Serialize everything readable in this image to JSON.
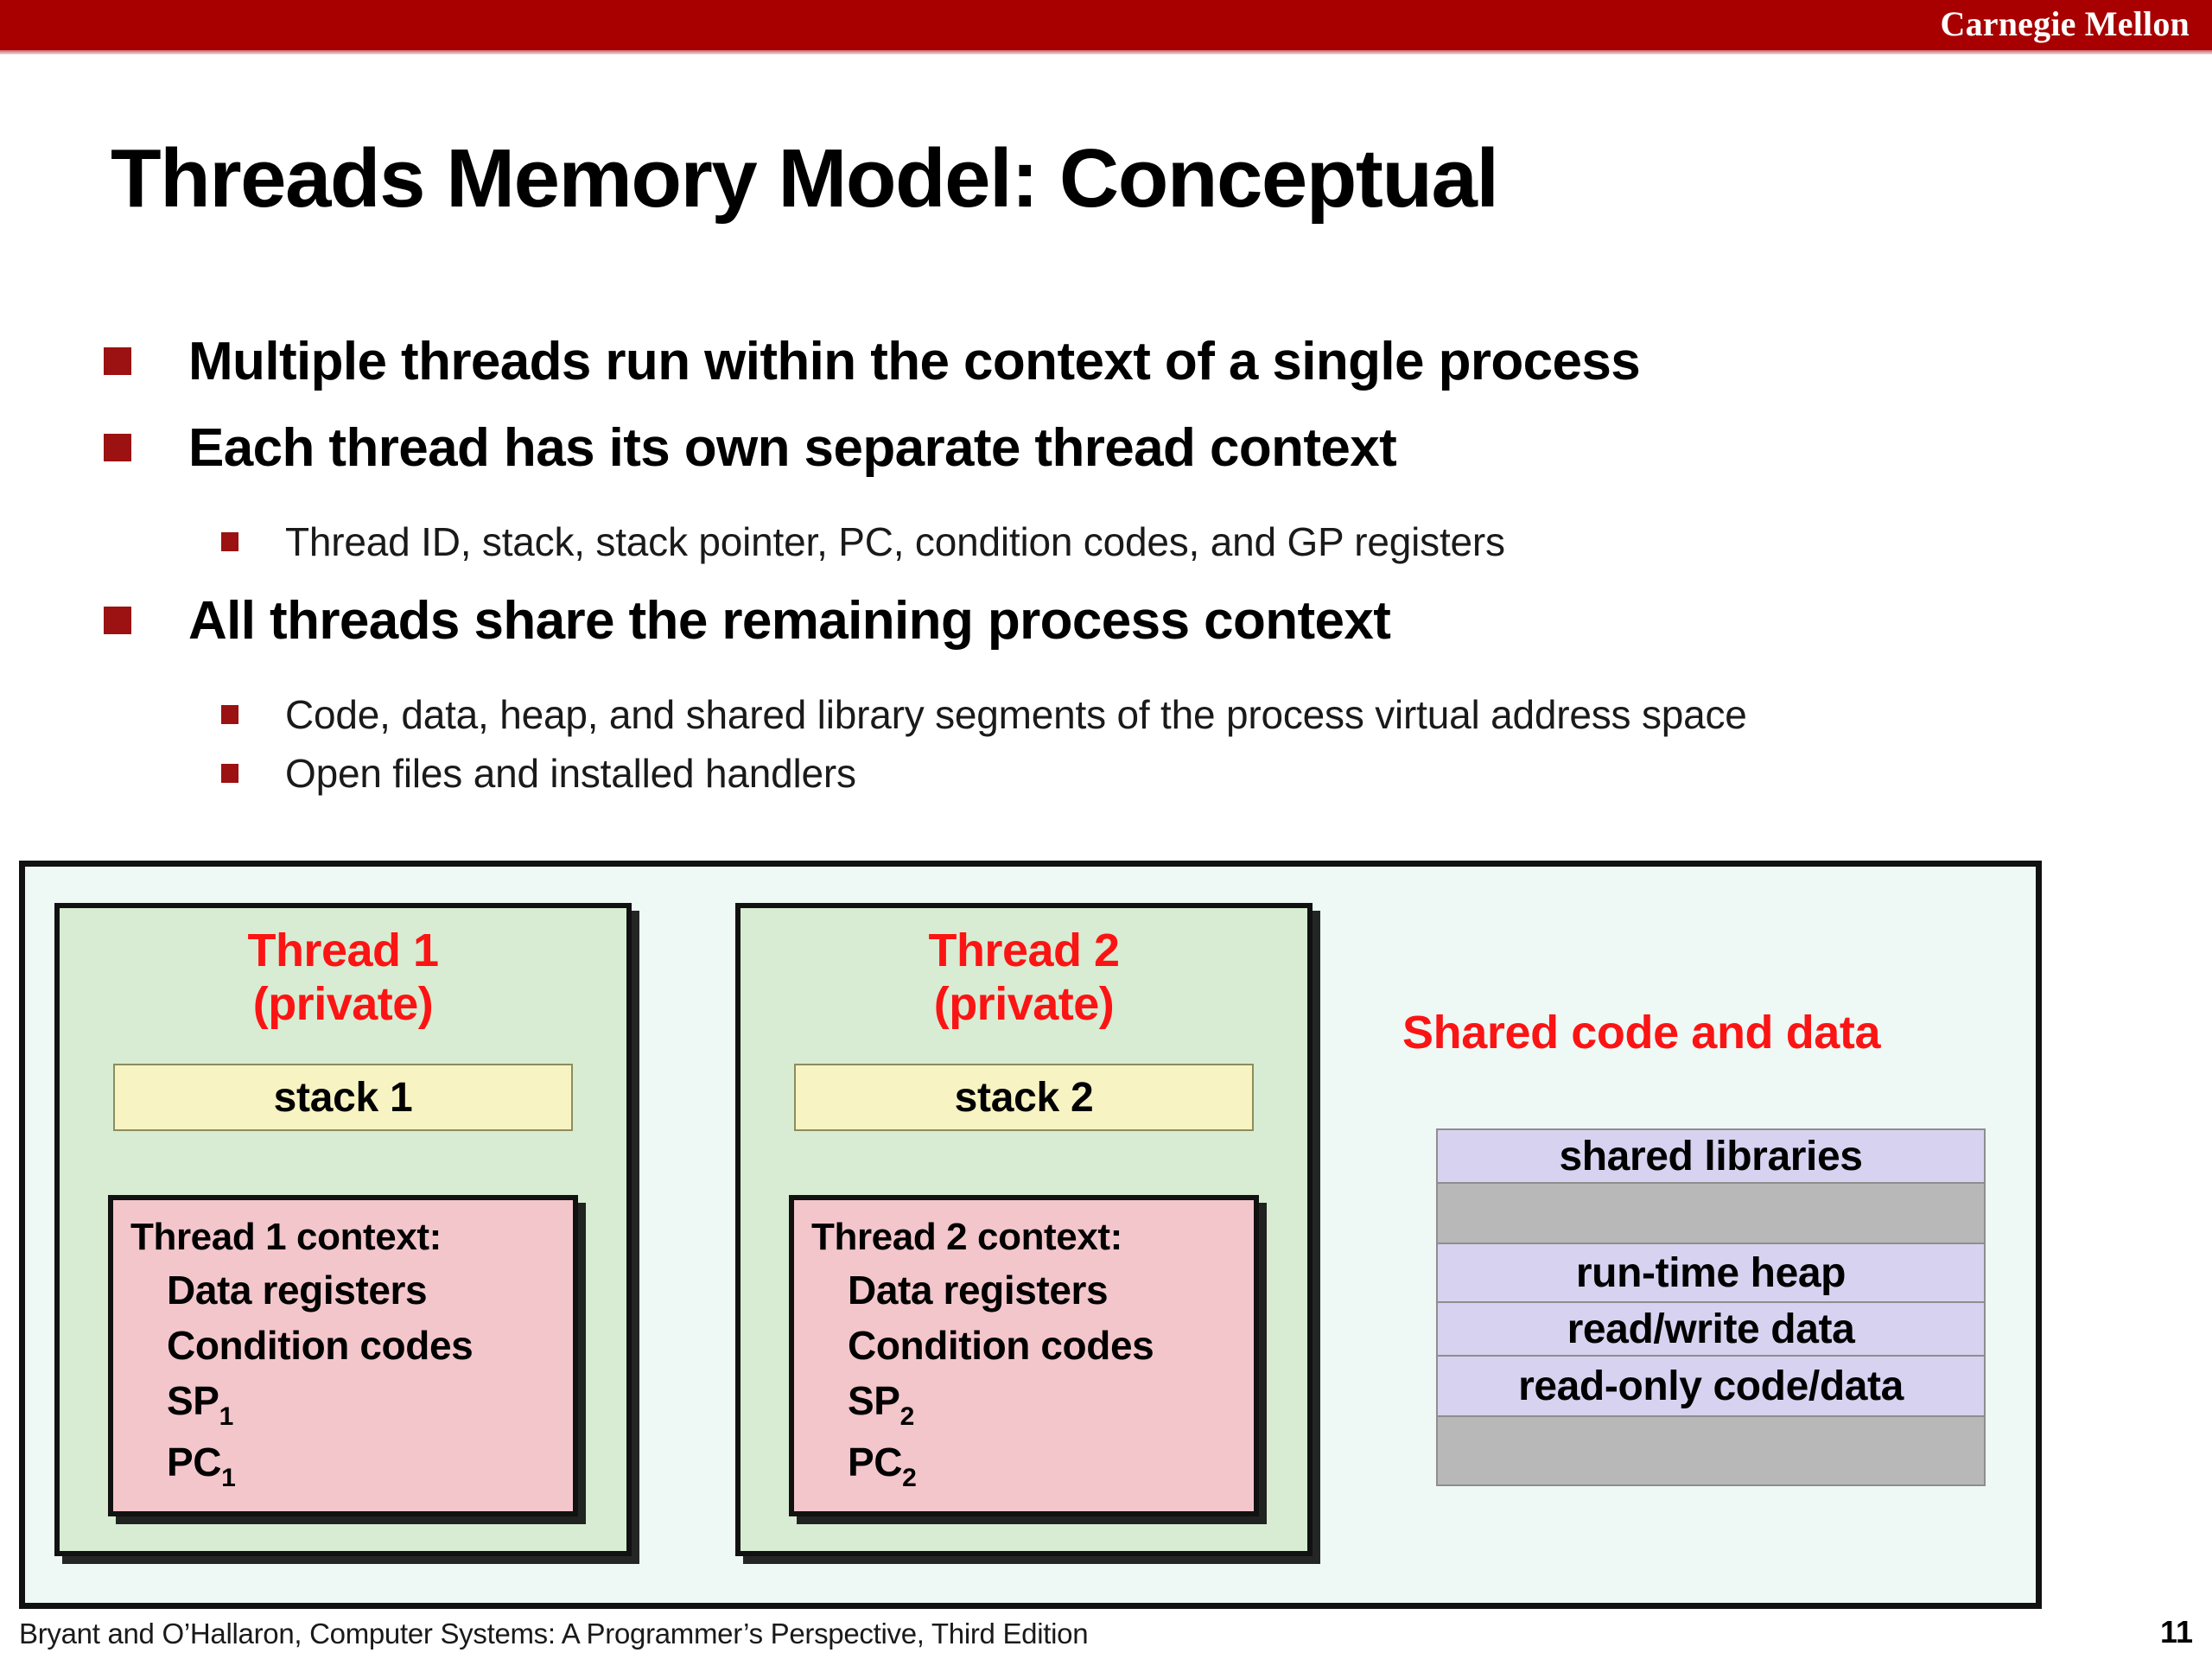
{
  "header": {
    "brand": "Carnegie Mellon",
    "banner_color": "#a80000"
  },
  "title": "Threads Memory Model: Conceptual",
  "bullets": [
    {
      "level": 1,
      "text": "Multiple threads run within the context of a single process"
    },
    {
      "level": 1,
      "text": "Each thread has its own separate thread context"
    },
    {
      "level": 2,
      "text": "Thread ID, stack, stack pointer, PC, condition codes, and GP registers"
    },
    {
      "level": 1,
      "text": "All threads share the remaining process context"
    },
    {
      "level": 2,
      "text": "Code, data, heap, and shared library segments of the process virtual address space"
    },
    {
      "level": 2,
      "text": "Open files and installed handlers"
    }
  ],
  "diagram": {
    "threads": [
      {
        "title_line1": "Thread 1",
        "title_line2": "(private)",
        "stack_label": "stack 1",
        "context_heading": "Thread 1 context:",
        "context_items": [
          {
            "text": "Data registers",
            "sub": ""
          },
          {
            "text": "Condition codes",
            "sub": ""
          },
          {
            "text": "SP",
            "sub": "1"
          },
          {
            "text": "PC",
            "sub": "1"
          }
        ]
      },
      {
        "title_line1": "Thread 2",
        "title_line2": "(private)",
        "stack_label": "stack 2",
        "context_heading": "Thread 2 context:",
        "context_items": [
          {
            "text": "Data registers",
            "sub": ""
          },
          {
            "text": "Condition codes",
            "sub": ""
          },
          {
            "text": "SP",
            "sub": "2"
          },
          {
            "text": "PC",
            "sub": "2"
          }
        ]
      }
    ],
    "shared": {
      "title": "Shared code and data",
      "segments": [
        {
          "label": "shared libraries",
          "kind": "lav",
          "height": 62
        },
        {
          "label": "",
          "kind": "gray",
          "height": 70
        },
        {
          "label": "run-time heap",
          "kind": "lav",
          "height": 68
        },
        {
          "label": "read/write data",
          "kind": "lav",
          "height": 62
        },
        {
          "label": "read-only code/data",
          "kind": "lav",
          "height": 70
        },
        {
          "label": "",
          "kind": "gray",
          "height": 78
        }
      ]
    },
    "colors": {
      "outer_bg": "#eef8f4",
      "thread_bg": "#d7ecd2",
      "stack_bg": "#f7f3c2",
      "context_bg": "#f3c6cb",
      "segment_lav": "#d6d2ef",
      "segment_gray": "#b8b8b8",
      "accent_red": "#fb1414"
    }
  },
  "footer": {
    "attribution": "Bryant and O’Hallaron, Computer Systems: A Programmer’s Perspective, Third Edition",
    "page_number": "11"
  }
}
